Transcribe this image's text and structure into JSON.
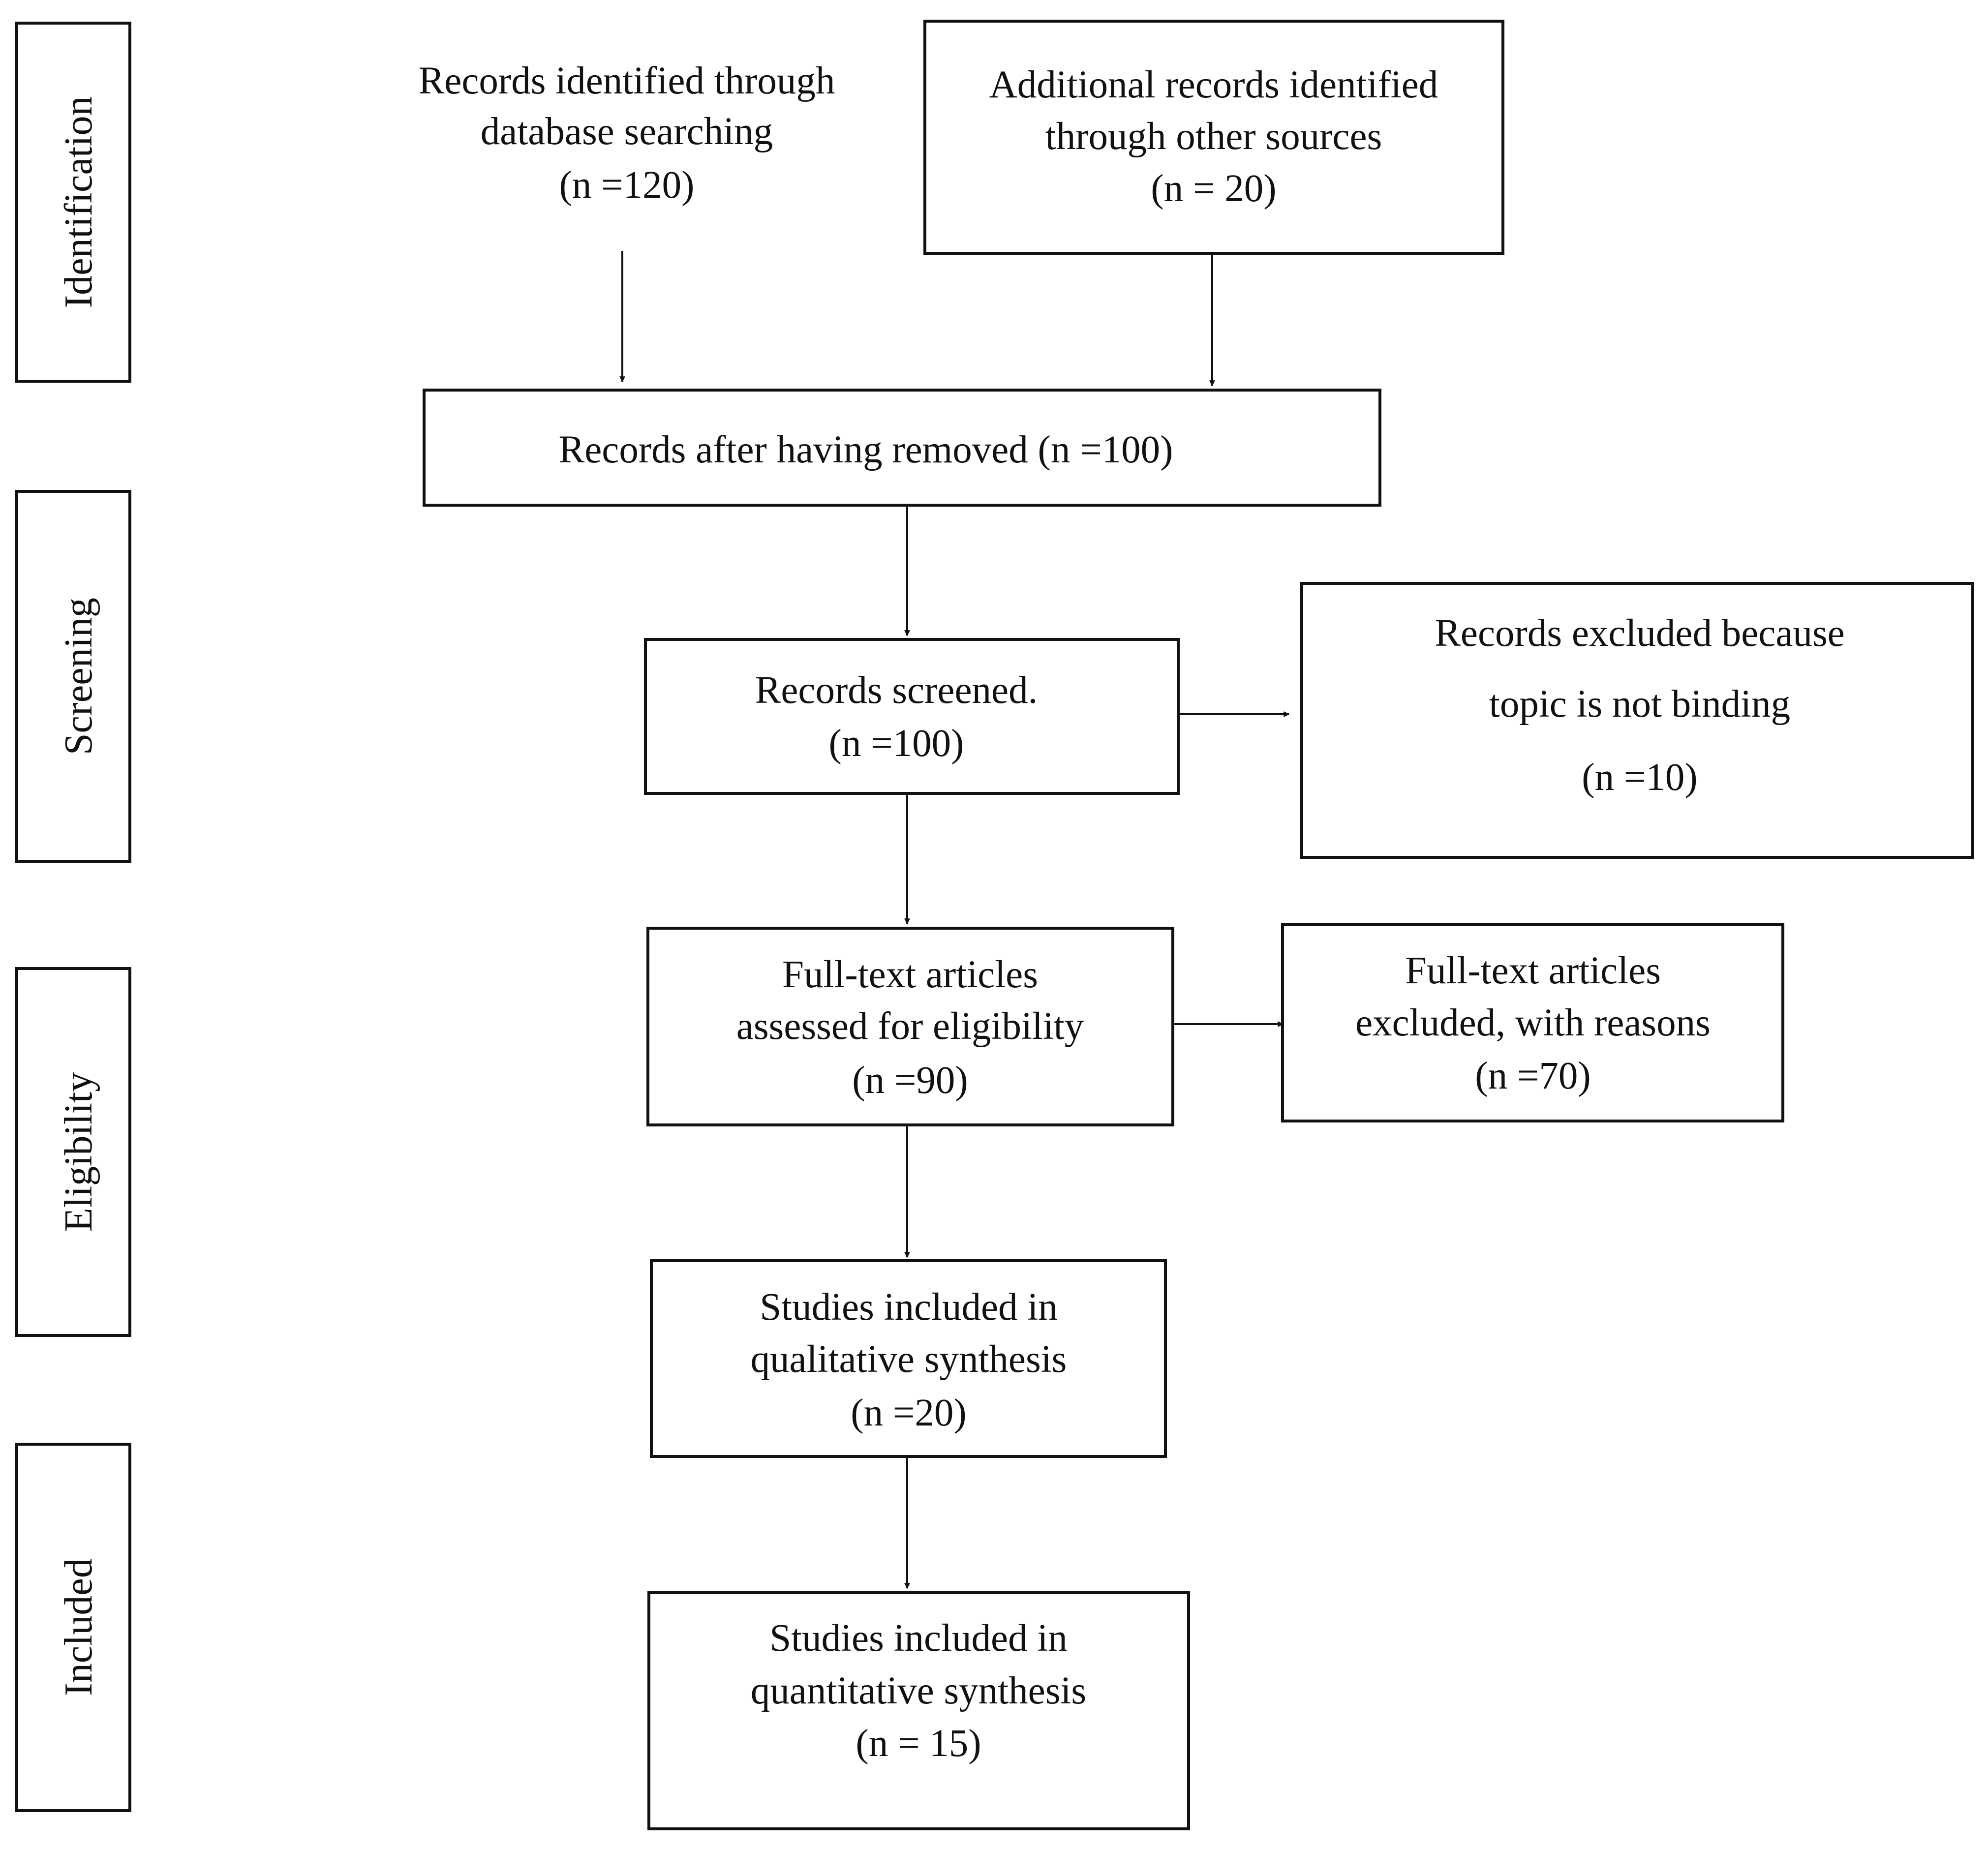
{
  "phases": {
    "identification": "Identification",
    "screening": "Screening",
    "eligibility": "Eligibility",
    "included": "Included"
  },
  "nodes": {
    "database_search": [
      "Records identified through",
      "database searching",
      "(n =120)"
    ],
    "other_sources": [
      "Additional records identified",
      "through other sources",
      "(n = 20)"
    ],
    "after_removed": [
      "Records after having removed (n =100)"
    ],
    "screened": [
      "Records screened.",
      "(n =100)"
    ],
    "excluded_topic": [
      "Records excluded because",
      "topic is not binding",
      "(n =10)"
    ],
    "full_text_assessed": [
      "Full-text articles",
      "assessed for eligibility",
      "(n =90)"
    ],
    "full_text_excluded": [
      "Full-text articles",
      "excluded, with reasons",
      "(n =70)"
    ],
    "qualitative": [
      "Studies included in",
      "qualitative synthesis",
      "(n =20)"
    ],
    "quantitative": [
      "Studies included in",
      "quantitative synthesis",
      "(n = 15)"
    ]
  },
  "colors": {
    "line": "#111111",
    "background": "#ffffff"
  }
}
